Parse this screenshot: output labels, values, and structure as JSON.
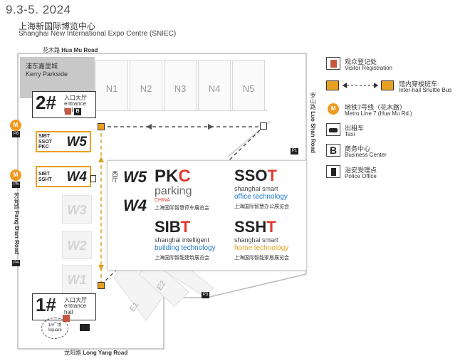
{
  "header": {
    "date": "9.3-5. 2024",
    "venue_cn": "上海新国际博览中心",
    "venue_en": "Shanghai New International Expo Centre (SNIEC)"
  },
  "roads": {
    "north_cn": "花木路",
    "north_en": "Hua Mu Road",
    "east_cn": "罗山路",
    "east_en": "Luo Shan Road",
    "west_cn": "芳甸路",
    "west_en": "Fang Dian Road",
    "south_cn": "龙阳路",
    "south_en": "Long Yang Road"
  },
  "kerry": {
    "cn": "浦东嘉里城",
    "en": "Kerry Parkside"
  },
  "halls_north": [
    "N1",
    "N2",
    "N3",
    "N4",
    "N5"
  ],
  "halls_west_inactive": [
    "W3",
    "W2",
    "W1"
  ],
  "halls_east": [
    "E2",
    "E1"
  ],
  "hall_w5": {
    "label": "W5",
    "tags": [
      "SIBT",
      "SSOT",
      "PKC"
    ]
  },
  "hall_w4": {
    "label": "W4",
    "tags": [
      "SIBT",
      "SSHT"
    ]
  },
  "entrance_2": {
    "num": "2#",
    "cn": "入口大厅",
    "en": "entrance hall"
  },
  "entrance_1": {
    "num": "1#",
    "cn": "入口大厅",
    "en": "entrance hall"
  },
  "square_label": "1#广场\nSquare",
  "parking_labels": {
    "p6": "P6",
    "p5": "P5",
    "p4": "P4",
    "p1": "P1",
    "p3": "P3"
  },
  "metro_glyph": "M",
  "panel": {
    "side_label": "西厅",
    "w5": "W5",
    "w4": "W4",
    "pkc": {
      "p1": "PK",
      "p2": "C",
      "line2": "parking",
      "country": "CHINA",
      "cn": "上海国际智慧停车展览会"
    },
    "ssot": {
      "p1": "SSO",
      "p2": "T",
      "line2": "shanghai smart",
      "line3": "office technology",
      "cn": "上海国际智慧办公展览会"
    },
    "sibt": {
      "p1": "SIB",
      "p2": "T",
      "line2": "shanghai intelligent",
      "line3": "building technology",
      "cn": "上海国际智能建筑展览会"
    },
    "ssht": {
      "p1": "SSH",
      "p2": "T",
      "line2": "shanghai smart",
      "line3": "home technology",
      "cn": "上海国际智能家居展览会"
    }
  },
  "legend": [
    {
      "cn": "观众登记处",
      "en": "Visitor Registration",
      "icon": "visitor-registration-icon"
    },
    {
      "cn": "馆内穿梭班车",
      "en": "Inter-hall Shuttle Bus",
      "icon": "shuttle-bus-icon"
    },
    {
      "cn": "地铁7号线（花木路）",
      "en": "Metro Line 7 (Hua Mu Rd.)",
      "icon": "metro-icon"
    },
    {
      "cn": "出租车",
      "en": "Taxi",
      "icon": "taxi-icon"
    },
    {
      "cn": "商务中心",
      "en": "Business Center",
      "icon": "business-center-icon"
    },
    {
      "cn": "治安受理点",
      "en": "Police Office",
      "icon": "police-office-icon"
    }
  ],
  "legend_glyphs": {
    "business": "B"
  },
  "colors": {
    "accent_orange": "#e8a020",
    "red": "#e03a2f",
    "blue": "#1f78c8",
    "metro_orange": "#f19a1e"
  }
}
